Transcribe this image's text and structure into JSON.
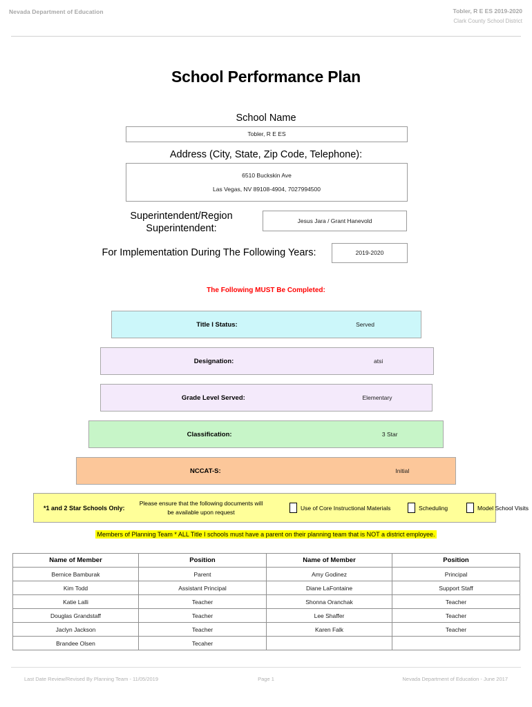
{
  "header": {
    "left": "Nevada Department of Education",
    "right_line1": "Tobler, R E ES  2019-2020",
    "right_line2": "Clark County School District"
  },
  "title": "School Performance Plan",
  "fields": {
    "school_name_label": "School Name",
    "school_name_value": "Tobler, R E ES",
    "address_label": "Address (City, State, Zip Code, Telephone):",
    "address_line1": "6510 Buckskin Ave",
    "address_line2": "Las Vegas, NV  89108-4904, 7027994500",
    "superintendent_label": "Superintendent/Region Superintendent:",
    "superintendent_value": "Jesus Jara / Grant Hanevold",
    "years_label": "For Implementation During The Following Years:",
    "years_value": "2019-2020"
  },
  "must_complete_note": "The Following MUST Be Completed:",
  "status_bars": [
    {
      "label": "Title I Status:",
      "value": "Served",
      "color": "#ccf7fa"
    },
    {
      "label": "Designation:",
      "value": "atsi",
      "color": "#f4eafb"
    },
    {
      "label": "Grade Level Served:",
      "value": "Elementary",
      "color": "#f4eafb"
    },
    {
      "label": "Classification:",
      "value": "3 Star",
      "color": "#c7f5c8"
    },
    {
      "label": "NCCAT-S:",
      "value": "Initial",
      "color": "#fcc79a"
    }
  ],
  "star_schools": {
    "title": "*1 and 2 Star Schools Only:",
    "note": "Please ensure that the following documents will be available upon request",
    "checkboxes": [
      {
        "label": "Use of Core Instructional Materials",
        "checked": false
      },
      {
        "label": "Scheduling",
        "checked": false
      },
      {
        "label": "Model School Visits",
        "checked": false
      }
    ],
    "highlight_color": "#ffff99"
  },
  "planning_note": "Members of Planning Team * ALL Title I schools must have a parent on their planning team that is NOT a district employee.",
  "planning_note_highlight": "#ffff00",
  "team_table": {
    "headers": [
      "Name of Member",
      "Position",
      "Name of Member",
      "Position"
    ],
    "rows": [
      [
        "Bernice Bamburak",
        "Parent",
        "Amy Godinez",
        "Principal"
      ],
      [
        "Kim Todd",
        "Assistant Principal",
        "Diane LaFontaine",
        "Support Staff"
      ],
      [
        "Katie Lalli",
        "Teacher",
        "Shonna Oranchak",
        "Teacher"
      ],
      [
        "Douglas Grandstaff",
        "Teacher",
        "Lee Shaffer",
        "Teacher"
      ],
      [
        "Jaclyn Jackson",
        "Teacher",
        "Karen Falk",
        "Teacher"
      ],
      [
        "Brandee Olsen",
        "Tecaher",
        "",
        ""
      ]
    ]
  },
  "footer": {
    "left": "Last Date Review/Revised By Planning Team - 11/05/2019",
    "middle": "Page 1",
    "right": "Nevada Department of Education - June 2017"
  }
}
